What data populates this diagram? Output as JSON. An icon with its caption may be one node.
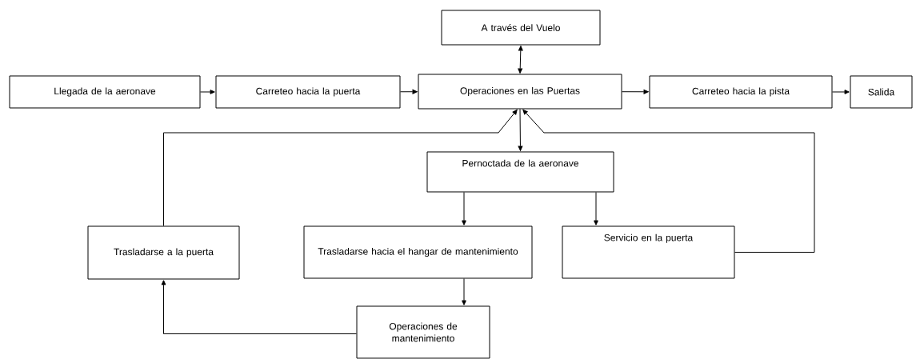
{
  "diagram": {
    "nodes": [
      {
        "text": [
          "Llegada de la aeronave"
        ]
      },
      {
        "text": [
          "Carreteo hacia la puerta"
        ]
      },
      {
        "text": [
          "Operaciones en las Puertas"
        ]
      },
      {
        "text": [
          "Carreteo hacia la pista"
        ]
      },
      {
        "text": [
          "Salida"
        ]
      },
      {
        "text": [
          "A través del Vuelo"
        ]
      },
      {
        "text": [
          "Pernoctada de la aeronave"
        ]
      },
      {
        "text": [
          "Trasladarse a la puerta"
        ]
      },
      {
        "text": [
          "Trasladarse hacia el hangar de mantenimiento"
        ]
      },
      {
        "text": [
          "Servicio en la puerta"
        ]
      },
      {
        "text": [
          "Operaciones de mantenimiento"
        ]
      }
    ],
    "edges": [
      {
        "from": 0,
        "to": 1,
        "arrow": "to"
      },
      {
        "from": 1,
        "to": 2,
        "arrow": "to"
      },
      {
        "from": 2,
        "to": 3,
        "arrow": "to"
      },
      {
        "from": 3,
        "to": 4,
        "arrow": "to"
      },
      {
        "from": 2,
        "to": 5,
        "arrow": "both"
      },
      {
        "from": 2,
        "to": 6,
        "arrow": "to"
      },
      {
        "from": 6,
        "to": 8,
        "arrow": "to"
      },
      {
        "from": 6,
        "to": 9,
        "arrow": "to"
      },
      {
        "from": 8,
        "to": 10,
        "arrow": "to"
      },
      {
        "from": 10,
        "to": 7,
        "arrow": "to"
      },
      {
        "from": 7,
        "to": 2,
        "arrow": "to"
      },
      {
        "from": 9,
        "to": 2,
        "arrow": "to"
      }
    ]
  }
}
